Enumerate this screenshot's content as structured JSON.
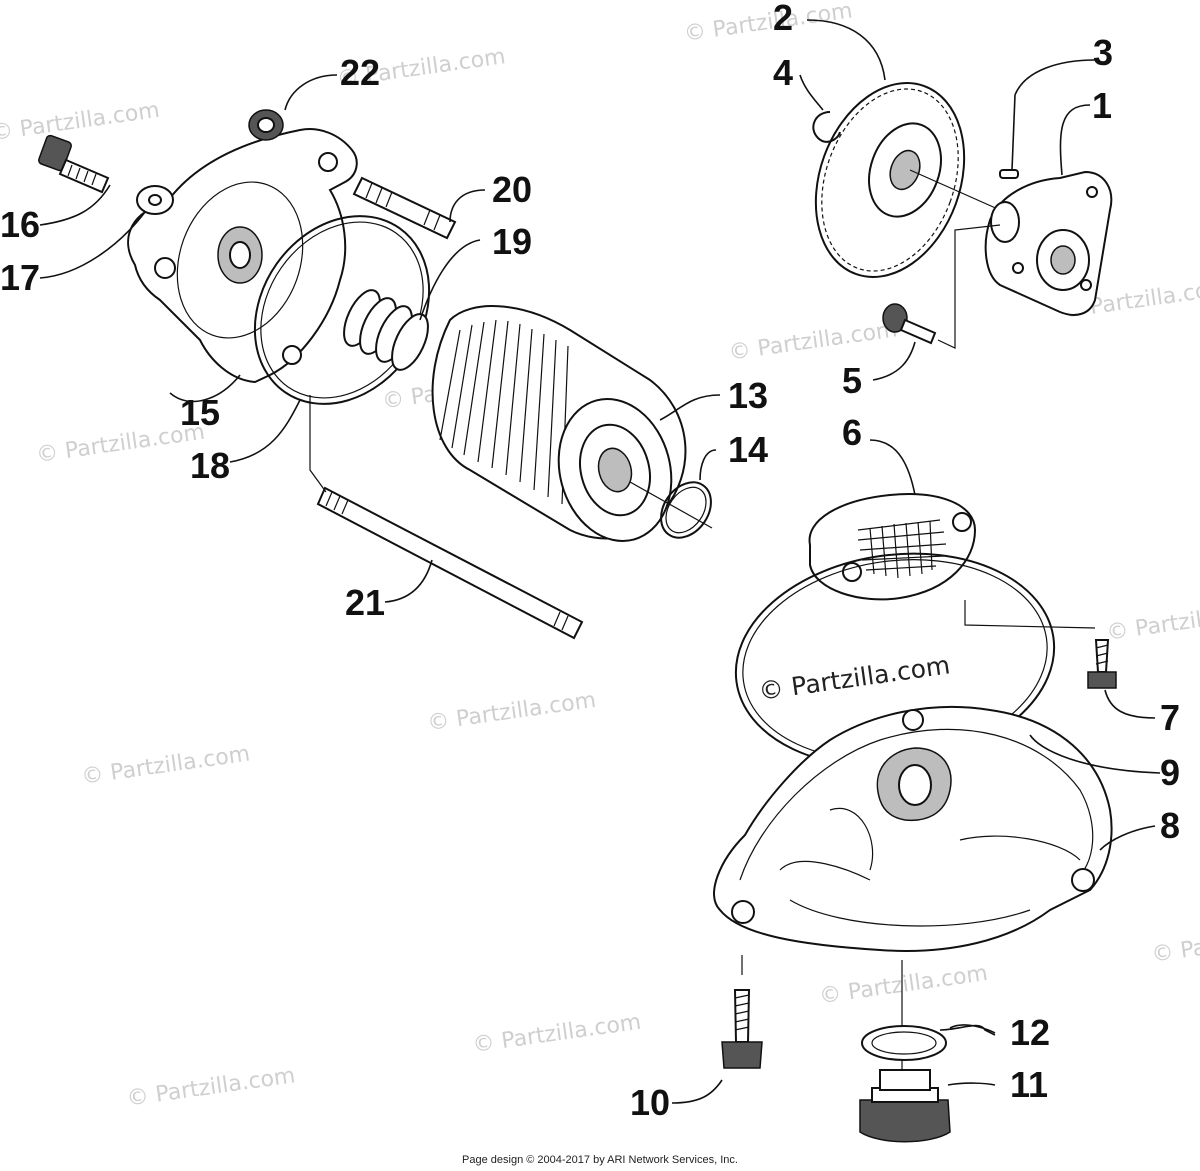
{
  "watermark_text": "© Partzilla.com",
  "center_watermark_text": "© Partzilla.com",
  "footer_text": "Page design © 2004-2017 by ARI Network Services, Inc.",
  "callouts": {
    "c1": "1",
    "c2": "2",
    "c3": "3",
    "c4": "4",
    "c5": "5",
    "c6": "6",
    "c7": "7",
    "c8": "8",
    "c9": "9",
    "c10": "10",
    "c11": "11",
    "c12": "12",
    "c13": "13",
    "c14": "14",
    "c15": "15",
    "c16": "16",
    "c17": "17",
    "c18": "18",
    "c19": "19",
    "c20": "20",
    "c21": "21",
    "c22": "22"
  },
  "colors": {
    "line": "#111111",
    "watermark": "#cfcfcf",
    "background": "#ffffff"
  }
}
